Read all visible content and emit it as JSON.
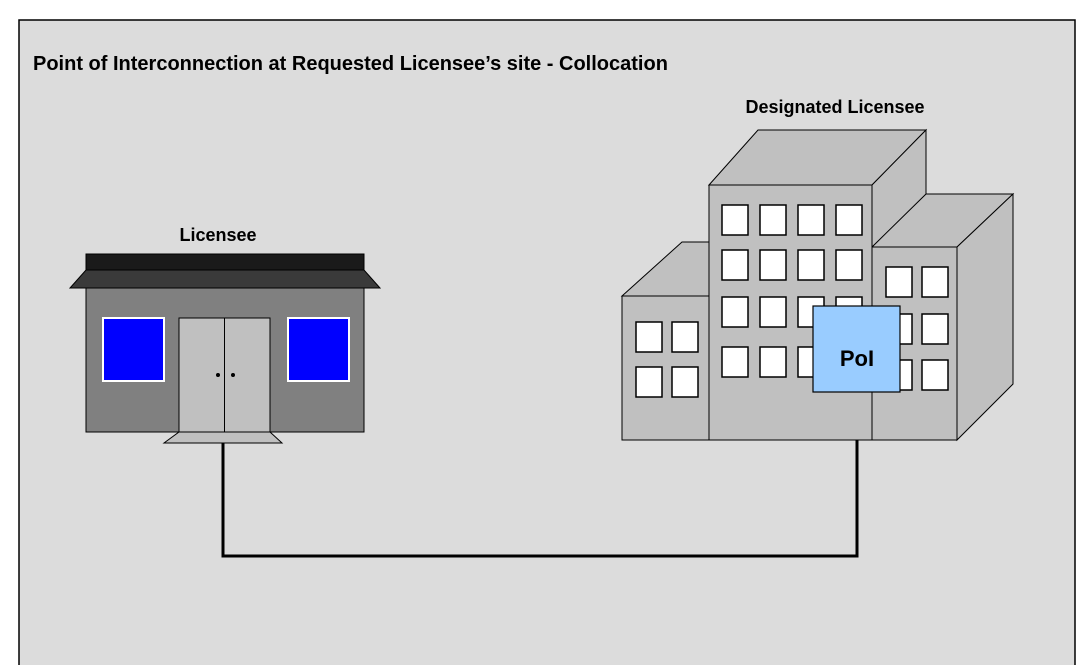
{
  "diagram": {
    "title": "Point of Interconnection at Requested Licensee’s site - Collocation",
    "licensee_label": "Licensee",
    "designated_label": "Designated Licensee",
    "poi_label": "PoI",
    "colors": {
      "panel_bg": "#dcdcdc",
      "building_gray": "#c0c0c0",
      "shop_wall": "#808080",
      "roof_dark": "#1a1a1a",
      "window_blue": "#0000ff",
      "poi_box": "#99ccff"
    }
  }
}
